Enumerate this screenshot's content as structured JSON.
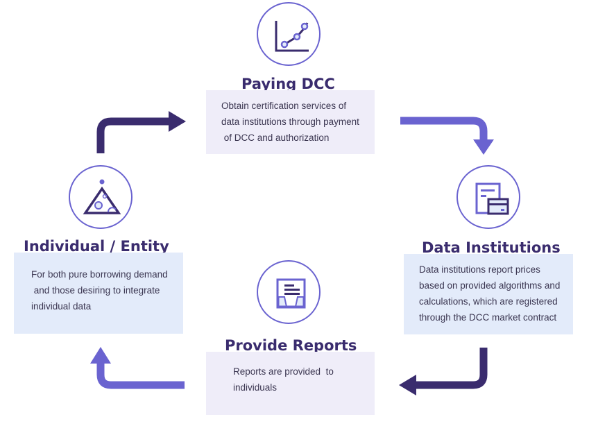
{
  "nodes": {
    "paying": {
      "title": "Paying DCC",
      "lines": [
        "Obtain certification services of",
        "data institutions through payment",
        " of DCC and authorization"
      ]
    },
    "institutions": {
      "title": "Data Institutions",
      "lines": [
        "Data institutions report prices",
        "based on provided algorithms and",
        "calculations, which are registered",
        "through the DCC market contract"
      ]
    },
    "reports": {
      "title": "Provide Reports",
      "lines": [
        "Reports are provided  to",
        "individuals"
      ]
    },
    "individual": {
      "title": "Individual / Entity",
      "lines": [
        "For both pure borrowing demand",
        " and those desiring to integrate",
        "individual data"
      ]
    }
  },
  "colors": {
    "accent": "#6a63d0",
    "dark": "#3a2c6e",
    "lavender": "#efedf9",
    "lightblue": "#e3ebfa"
  }
}
